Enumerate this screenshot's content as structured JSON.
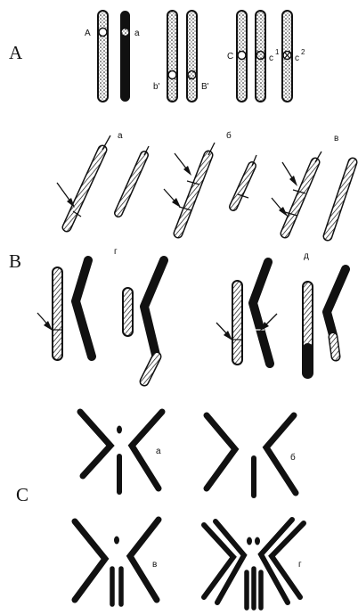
{
  "sections": {
    "A": {
      "label": "A",
      "allele_labels": [
        "A",
        "a",
        "b'",
        "B'",
        "C",
        "c",
        "c"
      ],
      "superscripts": [
        "1",
        "2"
      ]
    },
    "B": {
      "label": "B",
      "panel_labels": [
        "а",
        "б",
        "в",
        "г",
        "д"
      ]
    },
    "C": {
      "label": "C",
      "panel_labels": [
        "а",
        "б",
        "в",
        "г"
      ]
    }
  },
  "colors": {
    "ink": "#111111",
    "paper": "#ffffff"
  }
}
